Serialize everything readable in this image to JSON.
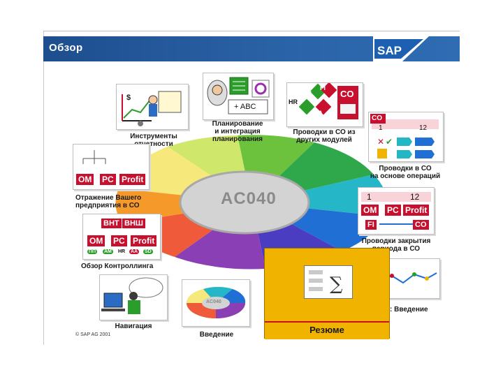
{
  "header": {
    "title": "Обзор",
    "brand": "SAP"
  },
  "center": {
    "label": "AC040"
  },
  "topics": {
    "reporting_tools": "Инструменты\nотчетности",
    "planning": "Планирование\nи интеграция\nпланирования",
    "postings_modules": "Проводки в СО из\nдругих модулей",
    "postings_operations": "Проводки в СО\nна основе операций",
    "closing_postings": "Проводки закрытия\nпериода в СО",
    "intro_right": ": Введение",
    "intro": "Введение",
    "navigation": "Навигация",
    "controlling_overview": "Обзор Контроллинга",
    "reflection": "Отражение Вашего\nпредприятия в СО"
  },
  "badges": {
    "om": "OM",
    "pc": "PC",
    "profit": "Profit",
    "mm": "MM",
    "fi": "FI",
    "co": "CO",
    "hr": "HR",
    "sd": "SD",
    "aa": "AA",
    "vnt": "ВНТ",
    "vnsh": "ВНШ",
    "plus_abc": "+ ABC",
    "num_1": "1",
    "num_12": "12",
    "pp": "ПП",
    "am": "АМ",
    "hr_small": "HR",
    "aa_small": "AA",
    "sd_small": "SD",
    "ac040_small": "AC040"
  },
  "summary": {
    "label": "Резюме"
  },
  "footer": {
    "copyright": "© SAP AG 2001"
  },
  "colors": {
    "header_blue": "#1d4e8e",
    "summary_yellow": "#f0b400",
    "accent_red": "#c8102e"
  }
}
